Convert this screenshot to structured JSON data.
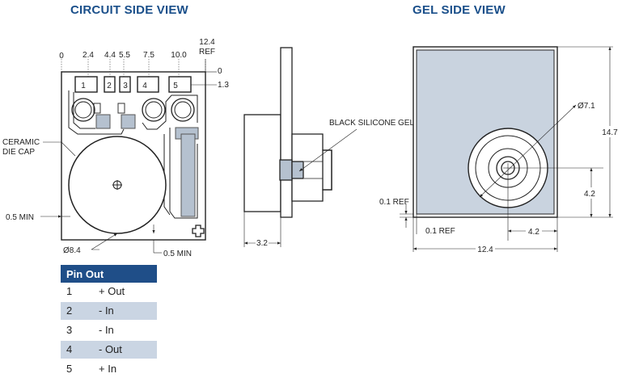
{
  "circuit_view": {
    "title": "CIRCUIT SIDE VIEW",
    "top_dims": [
      "0",
      "2.4",
      "4.4",
      "5.5",
      "7.5",
      "10.0"
    ],
    "ref_value": "12.4",
    "ref_label": "REF",
    "right_dims": [
      "0",
      "1.3"
    ],
    "pin_numbers": [
      "1",
      "2",
      "3",
      "4",
      "5"
    ],
    "ceramic_label_line1": "CERAMIC",
    "ceramic_label_line2": "DIE CAP",
    "left_min": "0.5 MIN",
    "diameter": "Ø8.4",
    "bottom_min": "0.5 MIN"
  },
  "side_view": {
    "gel_label": "BLACK SILICONE GEL",
    "width_dim": "3.2"
  },
  "gel_view": {
    "title": "GEL SIDE VIEW",
    "diameter": "Ø7.1",
    "height_dim": "14.7",
    "center_height": "4.2",
    "ref_v": "0.1 REF",
    "ref_h": "0.1 REF",
    "center_width": "4.2",
    "width_dim": "12.4"
  },
  "pin_table": {
    "header": "Pin Out",
    "rows": [
      {
        "pin": "1",
        "function": "+ Out"
      },
      {
        "pin": "2",
        "function": "- In"
      },
      {
        "pin": "3",
        "function": "- In"
      },
      {
        "pin": "4",
        "function": "- Out"
      },
      {
        "pin": "5",
        "function": "+ In"
      }
    ]
  },
  "colors": {
    "title": "#1a4f8a",
    "gel_fill": "#c9d3df",
    "table_header": "#1f4e88",
    "table_stripe": "#cad5e3"
  }
}
